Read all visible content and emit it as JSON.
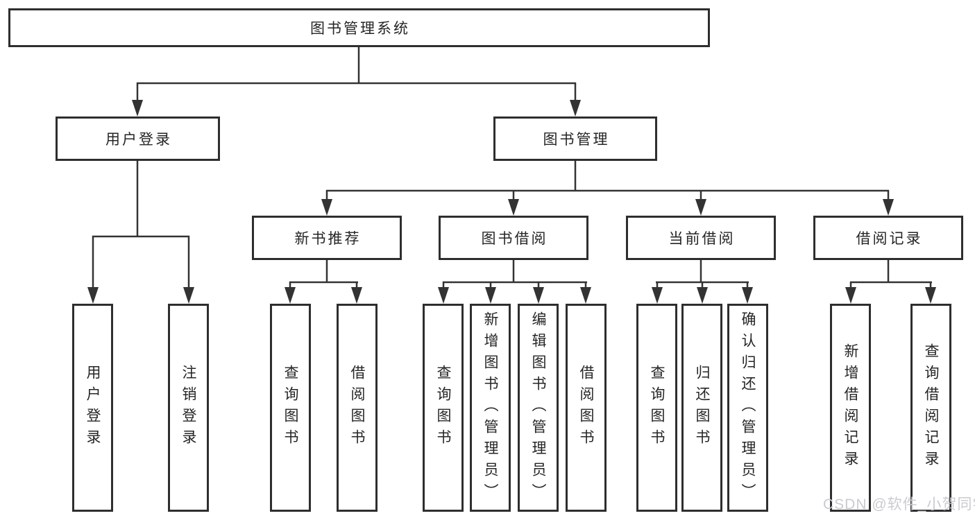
{
  "diagram": {
    "root": {
      "label": "图书管理系统"
    },
    "level2": [
      {
        "label": "用户登录"
      },
      {
        "label": "图书管理"
      }
    ],
    "level3": [
      {
        "label": "新书推荐"
      },
      {
        "label": "图书借阅"
      },
      {
        "label": "当前借阅"
      },
      {
        "label": "借阅记录"
      }
    ],
    "leaves": [
      {
        "label": "用户登录"
      },
      {
        "label": "注销登录"
      },
      {
        "label": "查询图书"
      },
      {
        "label": "借阅图书"
      },
      {
        "label": "查询图书"
      },
      {
        "label": "新增图书（管理员）"
      },
      {
        "label": "编辑图书（管理员）"
      },
      {
        "label": "借阅图书"
      },
      {
        "label": "查询图书"
      },
      {
        "label": "归还图书"
      },
      {
        "label": "确认归还（管理员）"
      },
      {
        "label": "新增借阅记录"
      },
      {
        "label": "查询借阅记录"
      }
    ],
    "watermark": "CSDN @软件_小贺同学",
    "colors": {
      "line": "#333333",
      "box_border": "#2e2e2e",
      "text": "#252525",
      "background": "#ffffff",
      "watermark": "#c9cbd0"
    }
  }
}
